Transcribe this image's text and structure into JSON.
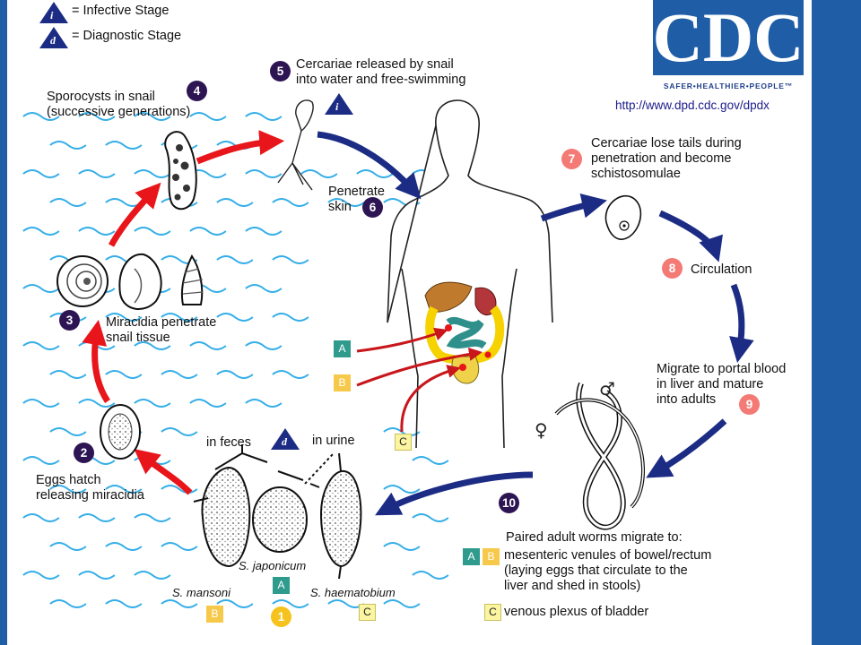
{
  "legend": {
    "infective_symbol": "i",
    "infective_label": "= Infective Stage",
    "diagnostic_symbol": "d",
    "diagnostic_label": "= Diagnostic Stage"
  },
  "logo": {
    "text": "CDC",
    "tagline": "SAFER•HEALTHIER•PEOPLE™"
  },
  "url": "http://www.dpd.cdc.gov/dpdx",
  "stages": {
    "s1": {
      "num": "1"
    },
    "s2": {
      "num": "2",
      "line1": "Eggs hatch",
      "line2": "releasing miracidia"
    },
    "s3": {
      "num": "3",
      "line1": "Miracidia penetrate",
      "line2": "snail tissue"
    },
    "s4": {
      "num": "4",
      "line1": "Sporocysts in snail",
      "line2": "(successive generations)"
    },
    "s5": {
      "num": "5",
      "line1": "Cercariae released by snail",
      "line2": "into water and free-swimming"
    },
    "s6": {
      "num": "6",
      "line1": "Penetrate",
      "line2": "skin"
    },
    "s7": {
      "num": "7",
      "line1": "Cercariae lose tails during",
      "line2": "penetration and become",
      "line3": "schistosomulae"
    },
    "s8": {
      "num": "8",
      "line1": "Circulation"
    },
    "s9": {
      "num": "9",
      "line1": "Migrate to portal blood",
      "line2": "in liver and mature",
      "line3": "into adults"
    },
    "s10": {
      "num": "10",
      "line1": "Paired adult worms migrate to:",
      "line2": "mesenteric venules of bowel/rectum",
      "line3": "(laying eggs that circulate to the",
      "line4": "liver and shed in stools)",
      "line5": "venous plexus of bladder"
    }
  },
  "eggs": {
    "in_feces": "in feces",
    "in_urine": "in urine",
    "mansoni": "S. mansoni",
    "japonicum": "S. japonicum",
    "haematobium": "S. haematobium"
  },
  "site_codes": {
    "a": "A",
    "b": "B",
    "c": "C"
  },
  "symbols": {
    "female": "♀",
    "male": "♂"
  },
  "colors": {
    "dark_arrow": "#1c2c84",
    "red_arrow": "#e8161b",
    "water": "#35aee8",
    "dark_stage": "#2d1553",
    "host_stage": "#f47a76"
  }
}
